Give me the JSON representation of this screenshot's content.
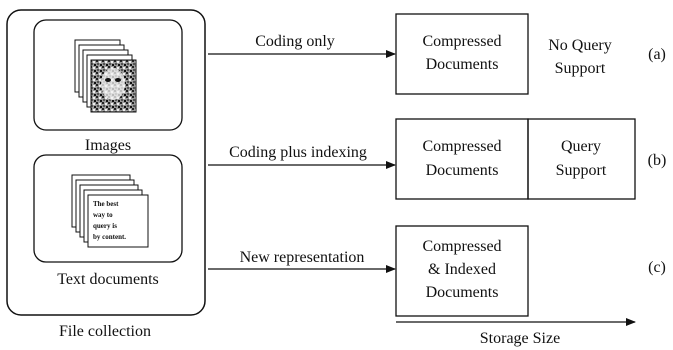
{
  "file_collection": {
    "label": "File collection",
    "images_label": "Images",
    "text_docs_label": "Text documents",
    "sample_text_lines": [
      "The best",
      "way to",
      "query is",
      "by content."
    ]
  },
  "rows": [
    {
      "arrow_label": "Coding only",
      "storage_box_lines": [
        "Compressed",
        "Documents"
      ],
      "query_lines": [
        "No Query",
        "Support"
      ],
      "tag": "(a)"
    },
    {
      "arrow_label": "Coding plus indexing",
      "storage_box_lines": [
        "Compressed",
        "Documents"
      ],
      "query_lines": [
        "Query",
        "Support"
      ],
      "tag": "(b)"
    },
    {
      "arrow_label": "New representation",
      "storage_box_lines": [
        "Compressed",
        "& Indexed",
        "Documents"
      ],
      "tag": "(c)"
    }
  ],
  "storage_axis_label": "Storage Size"
}
